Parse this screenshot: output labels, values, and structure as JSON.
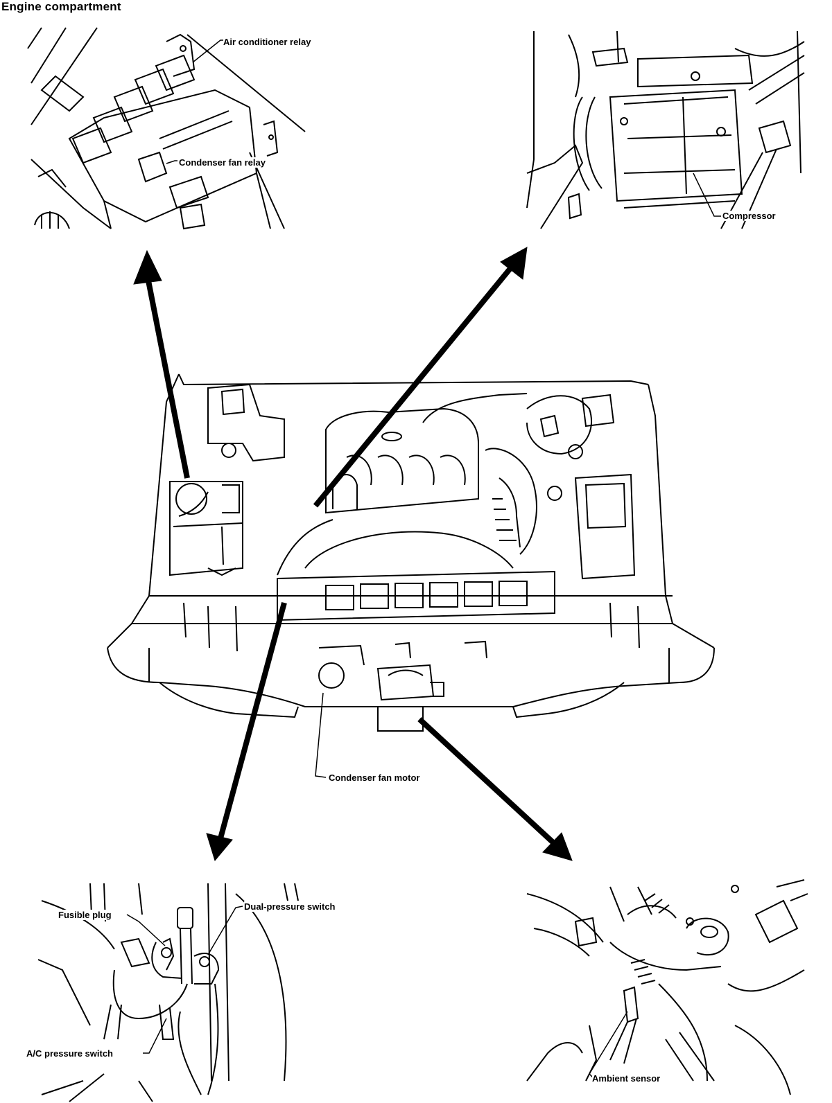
{
  "title": "Engine compartment",
  "labels": {
    "ac_relay": "Air conditioner relay",
    "condenser_fan_relay": "Condenser fan relay",
    "compressor": "Compressor",
    "condenser_fan_motor": "Condenser fan motor",
    "fusible_plug": "Fusible plug",
    "dual_pressure_switch": "Dual-pressure switch",
    "ac_pressure_switch": "A/C pressure switch",
    "ambient_sensor": "Ambient sensor"
  }
}
